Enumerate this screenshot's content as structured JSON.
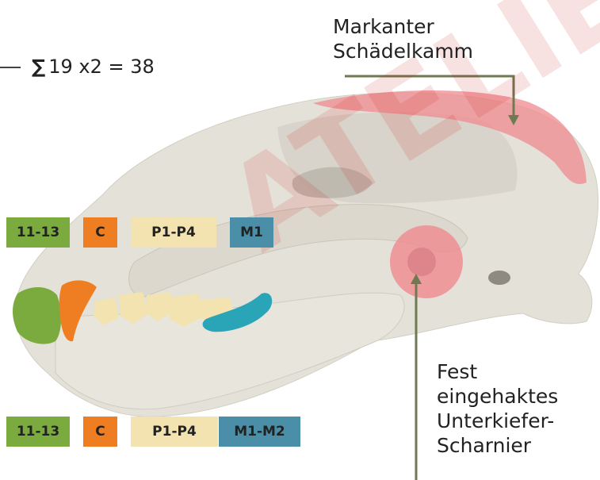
{
  "formula": {
    "symbol": "∑",
    "text": "19 x2 = 38"
  },
  "labels": {
    "skull_crest_line1": "Markanter",
    "skull_crest_line2": "Schädelkamm",
    "jaw_line1": "Fest",
    "jaw_line2": "eingehaktes",
    "jaw_line3": "Unterkiefer-",
    "jaw_line4": "Scharnier"
  },
  "upper_teeth": [
    {
      "label": "11-13",
      "color": "#7bab3f"
    },
    {
      "label": "C",
      "color": "#ef7d22"
    },
    {
      "label": "P1-P4",
      "color": "#f2e3b0"
    },
    {
      "label": "M1",
      "color": "#4a8fa7"
    }
  ],
  "lower_teeth": [
    {
      "label": "11-13",
      "color": "#7bab3f"
    },
    {
      "label": "C",
      "color": "#ef7d22"
    },
    {
      "label": "P1-P4",
      "color": "#f2e3b0"
    },
    {
      "label": "M1-M2",
      "color": "#4a8fa7"
    }
  ],
  "colors": {
    "incisors": "#7bab3f",
    "canine": "#ef7d22",
    "premolars": "#f2e3b0",
    "molars": "#2aa5b8",
    "highlight": "#f08a8f",
    "leader_line": "#6f7a52",
    "bone": "#e6e3da"
  },
  "watermark": "ATELIER"
}
